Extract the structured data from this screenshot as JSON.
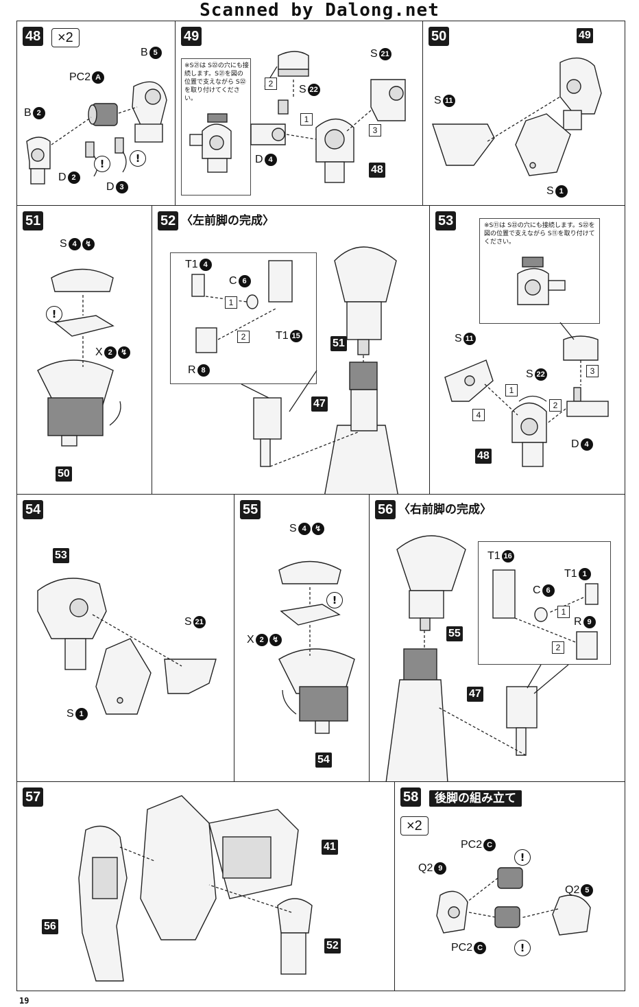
{
  "header": {
    "watermark": "Scanned by Dalong.net"
  },
  "footer": {
    "page_number": "19"
  },
  "icons": {
    "warning": "warning-icon",
    "cement": "cement-icon",
    "arrow": "arrow-icon"
  },
  "steps": {
    "s48": {
      "number": "48",
      "multiplier": "×2",
      "labels": {
        "b5": "B",
        "b5n": "5",
        "pc2a": "PC2",
        "pc2an": "A",
        "b2": "B",
        "b2n": "2",
        "d2": "D",
        "d2n": "2",
        "d3": "D",
        "d3n": "3"
      }
    },
    "s49": {
      "number": "49",
      "note": "※S㉑は S㉒の穴にも接続します。S㉑を図の位置で支えながら S㉒を取り付けてください。",
      "labels": {
        "s21": "S",
        "s21n": "21",
        "s22": "S",
        "s22n": "22",
        "d4": "D",
        "d4n": "4"
      },
      "ref48": "48",
      "seq": [
        "1",
        "2",
        "3"
      ]
    },
    "s50": {
      "number": "50",
      "ref49": "49",
      "labels": {
        "s11": "S",
        "s11n": "11",
        "s1": "S",
        "s1n": "1"
      }
    },
    "s51": {
      "number": "51",
      "labels": {
        "s4": "S",
        "s4n": "4",
        "x2": "X",
        "x2n": "2"
      },
      "ref50": "50"
    },
    "s52": {
      "number": "52",
      "title": "〈左前脚の完成〉",
      "labels": {
        "t14": "T1",
        "t14n": "4",
        "c6": "C",
        "c6n": "6",
        "t115": "T1",
        "t115n": "15",
        "r8": "R",
        "r8n": "8"
      },
      "ref51": "51",
      "ref47": "47",
      "seq": [
        "1",
        "2"
      ]
    },
    "s53": {
      "number": "53",
      "note": "※S⑪は S㉒の穴にも接続します。S㉒を図の位置で支えながら S⑪を取り付けてください。",
      "labels": {
        "s11": "S",
        "s11n": "11",
        "s22": "S",
        "s22n": "22",
        "d4": "D",
        "d4n": "4"
      },
      "ref48": "48",
      "seq": [
        "1",
        "2",
        "3",
        "4"
      ]
    },
    "s54": {
      "number": "54",
      "ref53": "53",
      "labels": {
        "s21": "S",
        "s21n": "21",
        "s1": "S",
        "s1n": "1"
      }
    },
    "s55": {
      "number": "55",
      "labels": {
        "s4": "S",
        "s4n": "4",
        "x2": "X",
        "x2n": "2"
      },
      "ref54": "54"
    },
    "s56": {
      "number": "56",
      "title": "〈右前脚の完成〉",
      "labels": {
        "t116": "T1",
        "t116n": "16",
        "t11": "T1",
        "t11n": "1",
        "c6": "C",
        "c6n": "6",
        "r9": "R",
        "r9n": "9"
      },
      "ref55": "55",
      "ref47": "47",
      "seq": [
        "1",
        "2"
      ]
    },
    "s57": {
      "number": "57",
      "ref41": "41",
      "ref56": "56",
      "ref52": "52"
    },
    "s58": {
      "number": "58",
      "title": "後脚の組み立て",
      "multiplier": "×2",
      "labels": {
        "pc2c1": "PC2",
        "pc2c1n": "C",
        "q29": "Q2",
        "q29n": "9",
        "q25": "Q2",
        "q25n": "5",
        "pc2c2": "PC2",
        "pc2c2n": "C"
      }
    }
  }
}
